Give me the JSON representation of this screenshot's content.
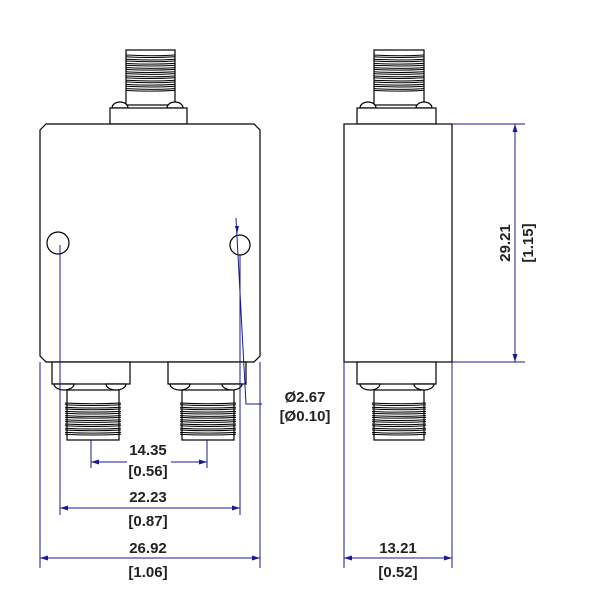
{
  "title": "Two-way power divider outline drawing",
  "colors": {
    "outline": "#000000",
    "dimension": "#1a1a8c",
    "text": "#222222"
  },
  "dimensions": {
    "port_spacing": {
      "mm": "14.35",
      "in": "[0.56]"
    },
    "hole_spacing": {
      "mm": "22.23",
      "in": "[0.87]"
    },
    "width": {
      "mm": "26.92",
      "in": "[1.06]"
    },
    "hole_diameter": {
      "mm": "Ø2.67",
      "in": "[Ø0.10]"
    },
    "height": {
      "mm": "29.21",
      "in": "[1.15]"
    },
    "depth": {
      "mm": "13.21",
      "in": "[0.52]"
    }
  }
}
